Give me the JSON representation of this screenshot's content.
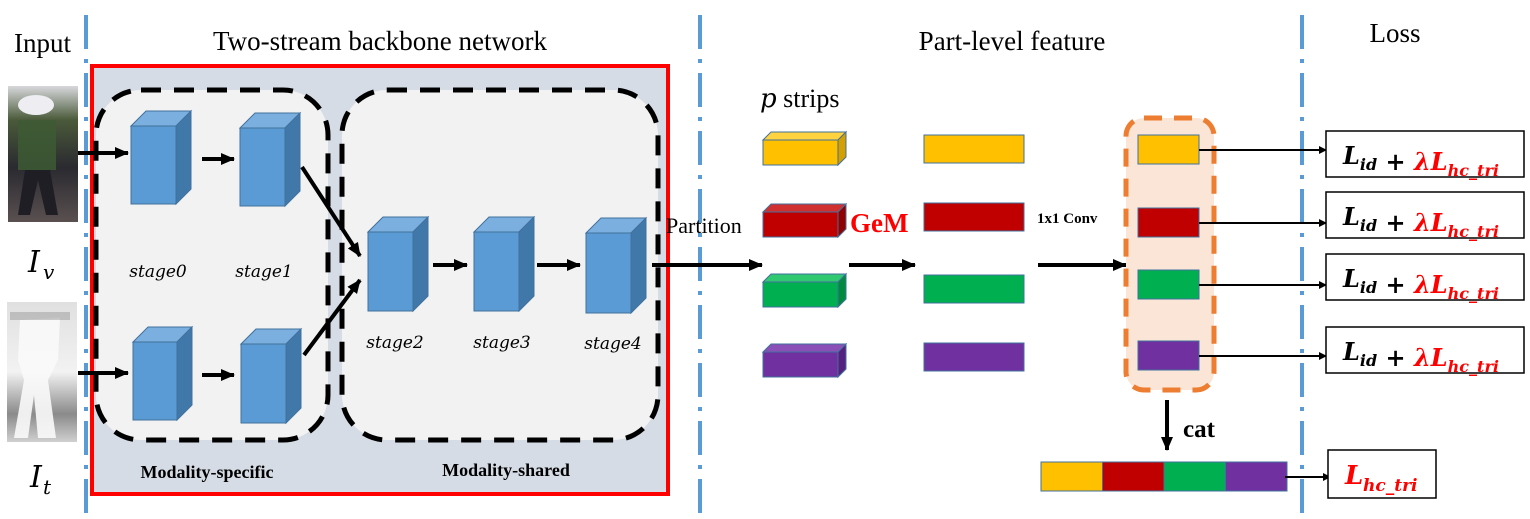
{
  "sections": {
    "input": "Input",
    "backbone": "Two-stream backbone network",
    "part_feature": "Part-level feature",
    "loss": "Loss"
  },
  "inputs": {
    "visible_label": "I",
    "visible_sub": "v",
    "thermal_label": "I",
    "thermal_sub": "t"
  },
  "stages": [
    "stage0",
    "stage1",
    "stage2",
    "stage3",
    "stage4"
  ],
  "groups": {
    "specific": "Modality-specific",
    "shared": "Modality-shared"
  },
  "ops": {
    "partition": "Partition",
    "gem": "GeM",
    "conv": "1x1 Conv",
    "cat": "cat",
    "p_strips_var": "p",
    "p_strips_text": " strips"
  },
  "strip_colors": [
    {
      "name": "yellow",
      "face": "#FFC000",
      "top": "#FFD23F",
      "side": "#D4A000"
    },
    {
      "name": "red",
      "face": "#C00000",
      "top": "#D03030",
      "side": "#900000"
    },
    {
      "name": "green",
      "face": "#00B050",
      "top": "#30C870",
      "side": "#008A3E"
    },
    {
      "name": "purple",
      "face": "#7030A0",
      "top": "#8A50B8",
      "side": "#55207E"
    }
  ],
  "losses": {
    "id_term": "L",
    "id_sub": "id",
    "plus": " + ",
    "lambda": "λ",
    "tri_term": "L",
    "tri_sub": "hc_tri"
  },
  "colors": {
    "accent_red": "#FF0000",
    "cube_face": "#5B9BD5",
    "cube_top": "#7AAFE0",
    "cube_side": "#4178AA",
    "divider_blue": "#5B9BD5",
    "orange_dash": "#ED7D31",
    "orange_fill": "#FBE5D6",
    "backbone_bg": "#D6DCE5"
  }
}
